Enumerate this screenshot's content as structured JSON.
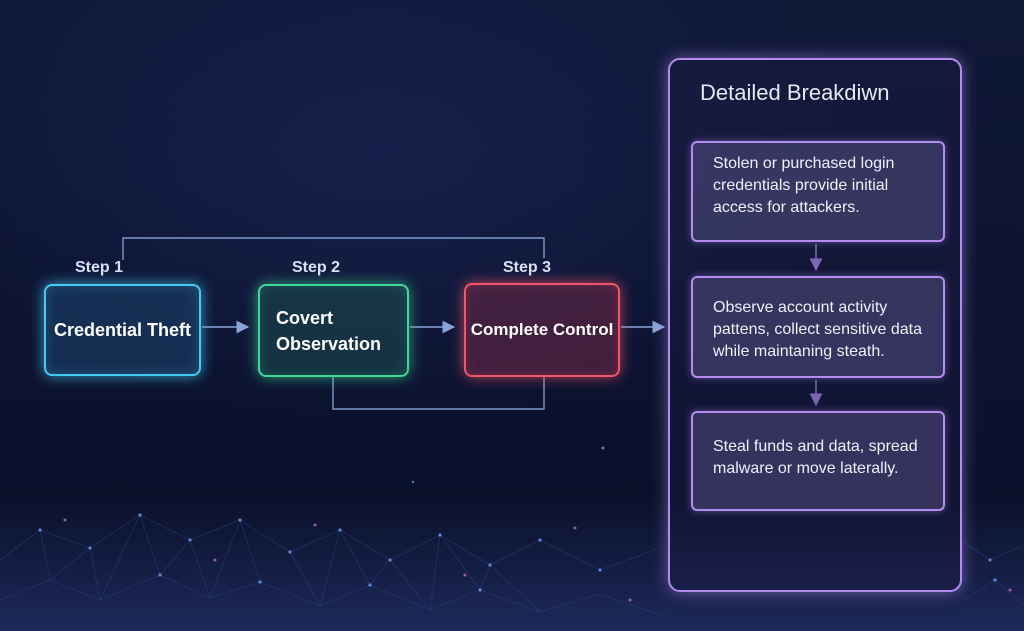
{
  "flow": {
    "steps": [
      {
        "label": "Step 1",
        "title": "Credential Theft",
        "color": "#45c9ee"
      },
      {
        "label": "Step 2",
        "title": "Covert\nObservation",
        "color": "#3fd896"
      },
      {
        "label": "Step 3",
        "title": "Complete Control",
        "color": "#f2546a"
      }
    ]
  },
  "breakdown": {
    "title": "Detailed Breakdiwn",
    "color": "#b48cf0",
    "items": [
      {
        "text": "Stolen or purchased login credentials provide initial access for attackers."
      },
      {
        "text": "Observe account activity pattens, collect sensitive data while maintaning steath."
      },
      {
        "text": "Steal funds and data, spread malware or move laterally."
      }
    ]
  }
}
